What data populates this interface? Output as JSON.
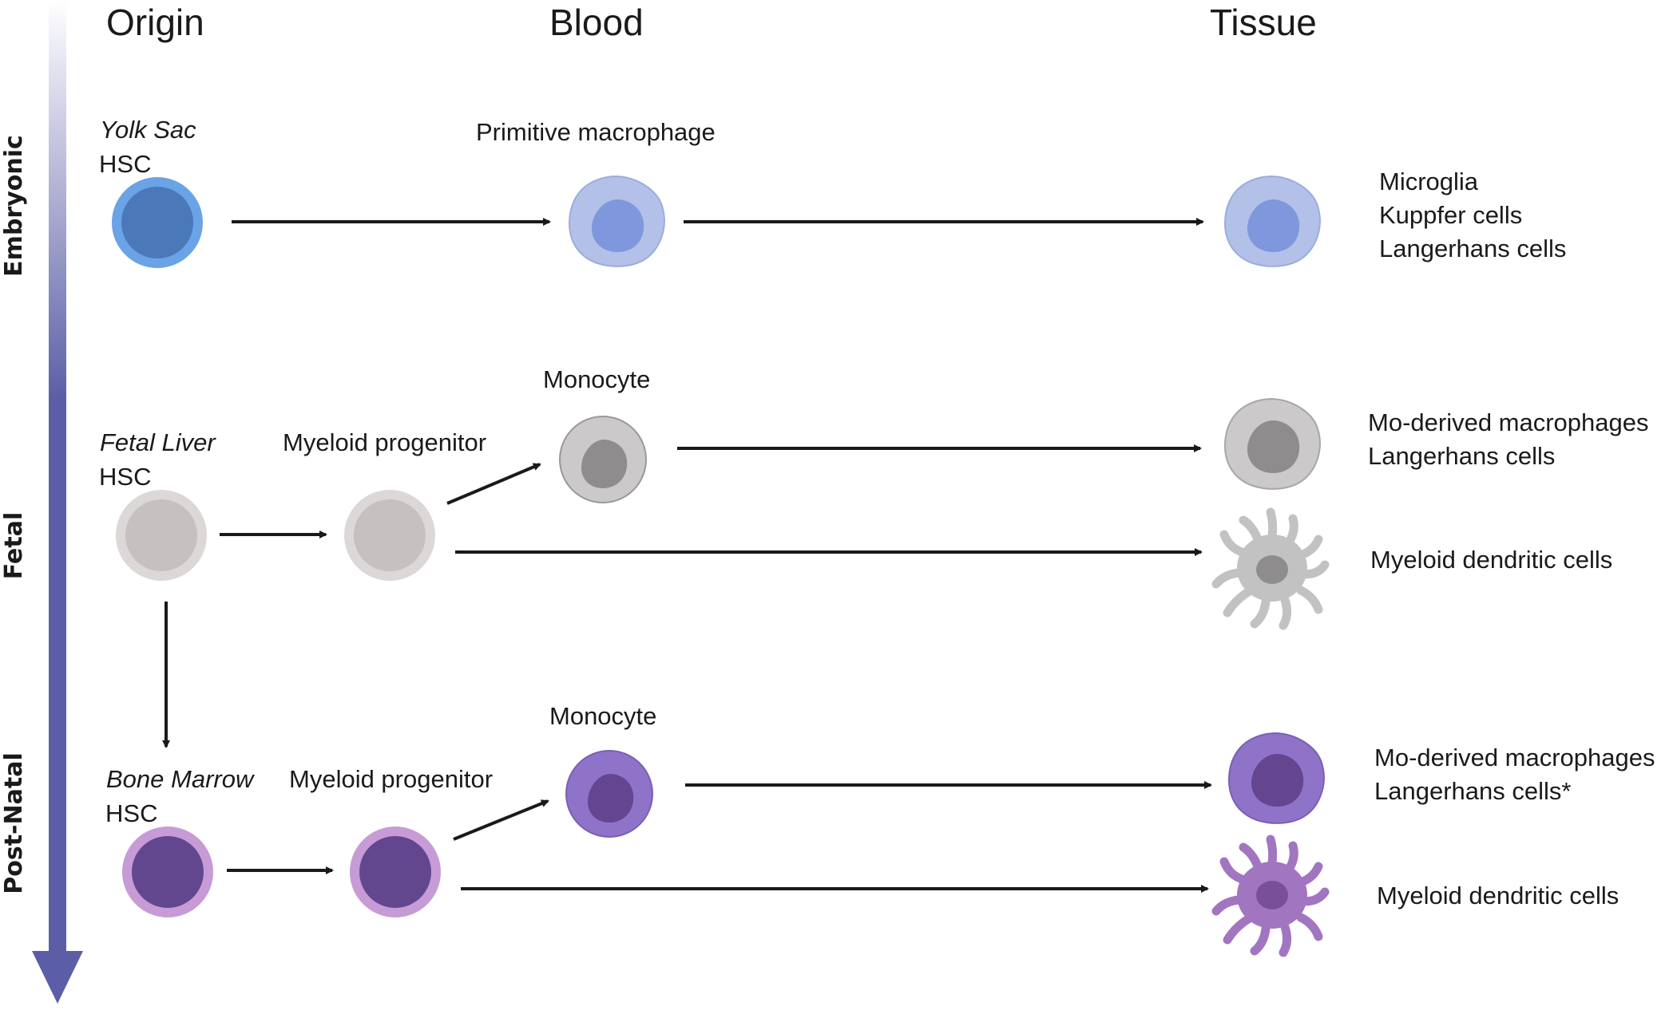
{
  "columns": {
    "origin": "Origin",
    "blood": "Blood",
    "tissue": "Tissue"
  },
  "stages": {
    "embryonic": "Embryonic",
    "fetal": "Fetal",
    "postnatal": "Post-Natal"
  },
  "embryonic": {
    "origin_site": "Yolk Sac",
    "origin_cell": "HSC",
    "blood_cell": "Primitive macrophage",
    "tissue_cells": [
      "Microglia",
      "Kuppfer cells",
      "Langerhans cells"
    ]
  },
  "fetal": {
    "origin_site": "Fetal Liver",
    "origin_cell": "HSC",
    "progenitor": "Myeloid progenitor",
    "monocyte": "Monocyte",
    "tissue_macrophages": [
      "Mo-derived macrophages",
      "Langerhans cells"
    ],
    "tissue_dendritic": "Myeloid dendritic cells"
  },
  "postnatal": {
    "origin_site": "Bone Marrow",
    "origin_cell": "HSC",
    "progenitor": "Myeloid progenitor",
    "monocyte": "Monocyte",
    "tissue_macrophages": [
      "Mo-derived  macrophages",
      "Langerhans cells*"
    ],
    "tissue_dendritic": "Myeloid dendritic cells"
  },
  "colors": {
    "embryonic_outer": "#6aa3e6",
    "embryonic_inner": "#4a78b8",
    "macrophage_blue_outer": "#b3c1e8",
    "macrophage_blue_inner": "#7f97dc",
    "fetal_outer": "#dcd8d8",
    "fetal_inner": "#c6c0c0",
    "monocyte_grey_outer": "#cbc9c9",
    "monocyte_grey_inner": "#8e8c8c",
    "dc_grey": "#c2c2c2",
    "postnatal_outer": "#c79bd6",
    "postnatal_inner": "#62478f",
    "monocyte_purple_outer": "#8f73c8",
    "monocyte_purple_inner": "#63468f",
    "dc_purple": "#a275c0",
    "arrow": "#1a1a1a",
    "timeline": "#5b5ea6"
  }
}
